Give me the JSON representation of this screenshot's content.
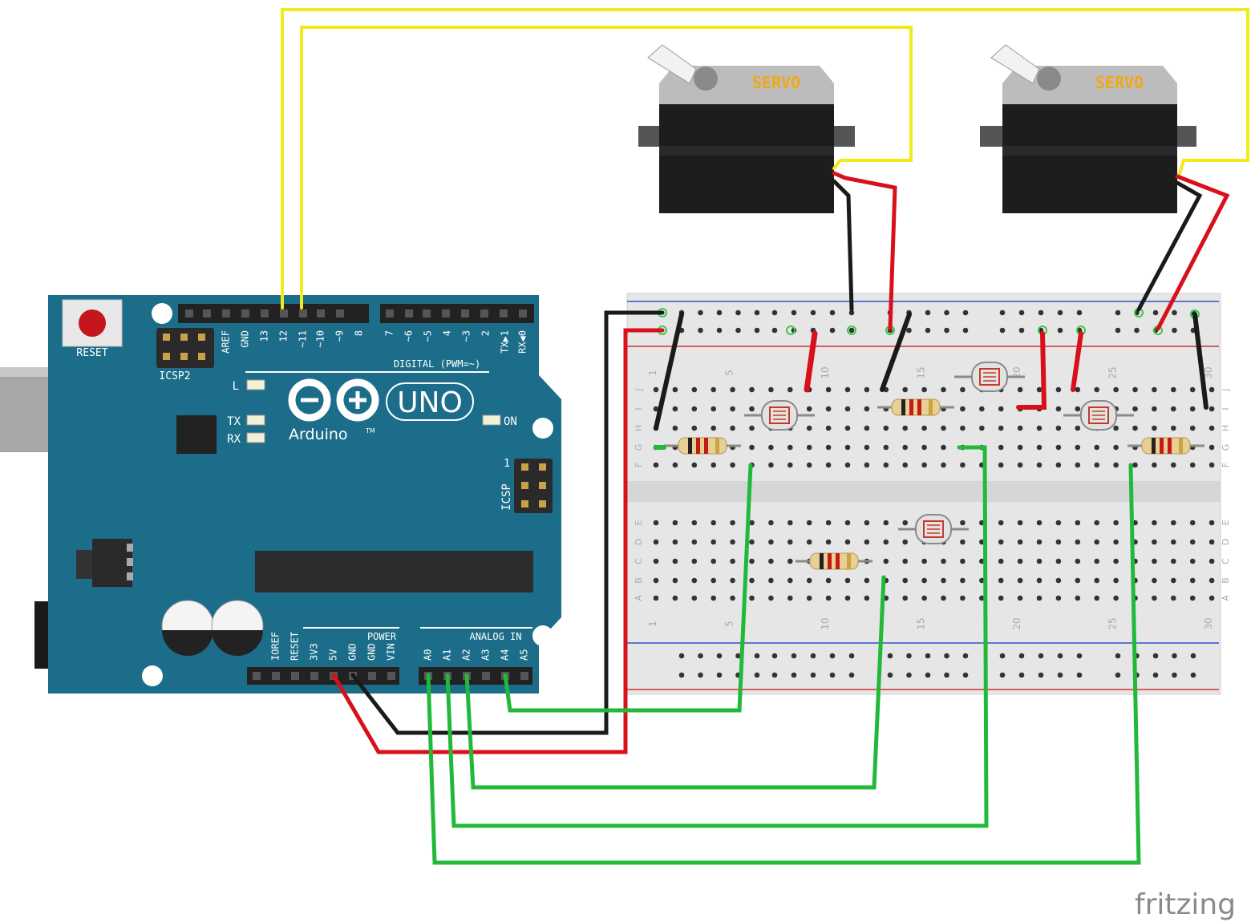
{
  "arduino": {
    "reset_label": "RESET",
    "icsp2_label": "ICSP2",
    "icsp_label": "ICSP",
    "icsp_pin1": "1",
    "logo_text": "Arduino",
    "model_text": "UNO",
    "trademark": "TM",
    "led_l": "L",
    "led_tx": "TX",
    "led_rx": "RX",
    "led_on": "ON",
    "digital_header": "DIGITAL (PWM=~)",
    "digital_pins": [
      "AREF",
      "GND",
      "13",
      "12",
      "~11",
      "~10",
      "~9",
      "8",
      "7",
      "~6",
      "~5",
      "4",
      "~3",
      "2",
      "TX▶1",
      "RX◀0"
    ],
    "power_header": "POWER",
    "power_pins": [
      "IOREF",
      "RESET",
      "3V3",
      "5V",
      "GND",
      "GND",
      "VIN"
    ],
    "analog_header": "ANALOG IN",
    "analog_pins": [
      "A0",
      "A1",
      "A2",
      "A3",
      "A4",
      "A5"
    ],
    "board_color": "#1b6d8a"
  },
  "breadboard": {
    "column_numbers": [
      "1",
      "5",
      "10",
      "15",
      "20",
      "25",
      "30"
    ],
    "row_letters_top": [
      "J",
      "I",
      "H",
      "G",
      "F"
    ],
    "row_letters_bottom": [
      "E",
      "D",
      "C",
      "B",
      "A"
    ]
  },
  "servos": [
    {
      "label": "SERVO"
    },
    {
      "label": "SERVO"
    }
  ],
  "components": {
    "photoresistors": 4,
    "resistors": 4
  },
  "wire_colors": {
    "signal": "#f2ea1a",
    "power": "#d8101a",
    "ground": "#1a1a1a",
    "sensor": "#22b83a"
  },
  "watermark": "fritzing"
}
